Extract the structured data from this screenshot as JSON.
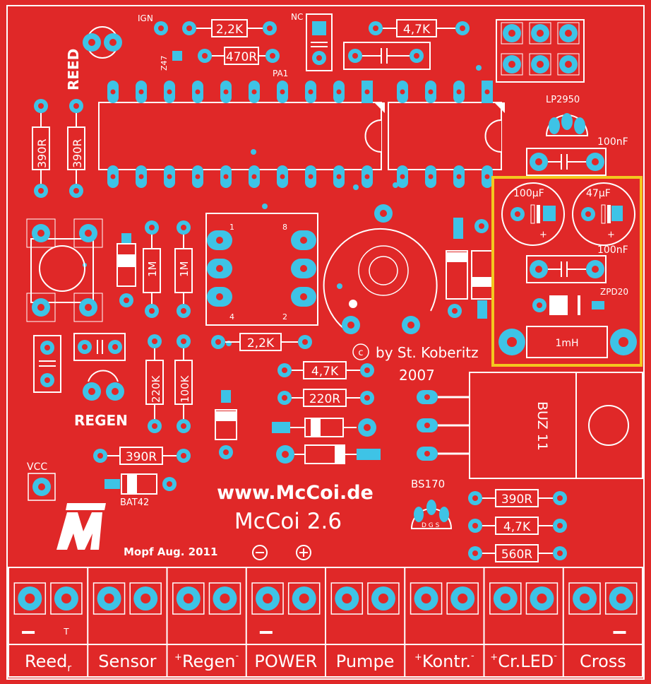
{
  "colors": {
    "board": "#e02828",
    "silk": "#ffffff",
    "pad": "#3ec3e6",
    "highlight": "#f3c81e"
  },
  "labels": {
    "ign": "IGN",
    "nc": "NC",
    "z47": "Z47",
    "pa1": "PA1",
    "reed": "REED",
    "lp2950": "LP2950",
    "c100nf_top": "100nF",
    "c100uf": "100µF",
    "c47uf": "47µF",
    "plus": "+",
    "c100nf_mid": "100nF",
    "zpd20": "ZPD20",
    "l1mh": "1mH",
    "pin1": "1",
    "pin8": "8",
    "pin4": "4",
    "pin2": "2",
    "credit_line1": "by St. Koberitz",
    "credit_symbol": "c",
    "credit_line2": "2007",
    "buz11": "BUZ 11",
    "regen": "REGEN",
    "vcc": "VCC",
    "bat42": "BAT42",
    "bs170": "BS170",
    "bs170_pins": "D G S",
    "website": "www.McCoi.de",
    "version": "McCoi 2.6",
    "author": "Mopf Aug. 2011",
    "minus_sym": "⊖",
    "plus_sym": "⊕"
  },
  "resistors": {
    "r_2k2_top": "2,2K",
    "r_470": "470R",
    "r_4k7_top": "4,7K",
    "r_390_a": "390R",
    "r_390_b": "390R",
    "r_1m_a": "1M",
    "r_1m_b": "1M",
    "r_2k2_mid": "2,2K",
    "r_4k7_mid": "4,7K",
    "r_220r": "220R",
    "r_220k": "220K",
    "r_100k": "100K",
    "r_390_c": "390R",
    "r_390_d": "390R",
    "r_4k7_bot": "4,7K",
    "r_560r": "560R"
  },
  "terminals": [
    {
      "label": "Reedr",
      "sub": "r",
      "main": "Reed",
      "sym_left": "—",
      "sym_right": "T"
    },
    {
      "label": "Sensor",
      "sub": "",
      "main": "Sensor",
      "sym_left": "",
      "sym_right": ""
    },
    {
      "label": "+Regen-",
      "sub": "",
      "main": "Regen",
      "sym_left": "+",
      "sym_right": "-"
    },
    {
      "label": "POWER",
      "sub": "",
      "main": "POWER",
      "sym_left": "—",
      "sym_right": ""
    },
    {
      "label": "Pumpe",
      "sub": "",
      "main": "Pumpe",
      "sym_left": "",
      "sym_right": ""
    },
    {
      "label": "+Kontr.-",
      "sub": "",
      "main": "Kontr.",
      "sym_left": "+",
      "sym_right": "-"
    },
    {
      "label": "+Cr.LED-",
      "sub": "",
      "main": "Cr.LED",
      "sym_left": "+",
      "sym_right": "-"
    },
    {
      "label": "Cross",
      "sub": "",
      "main": "Cross",
      "sym_left": "",
      "sym_right": "—"
    }
  ]
}
